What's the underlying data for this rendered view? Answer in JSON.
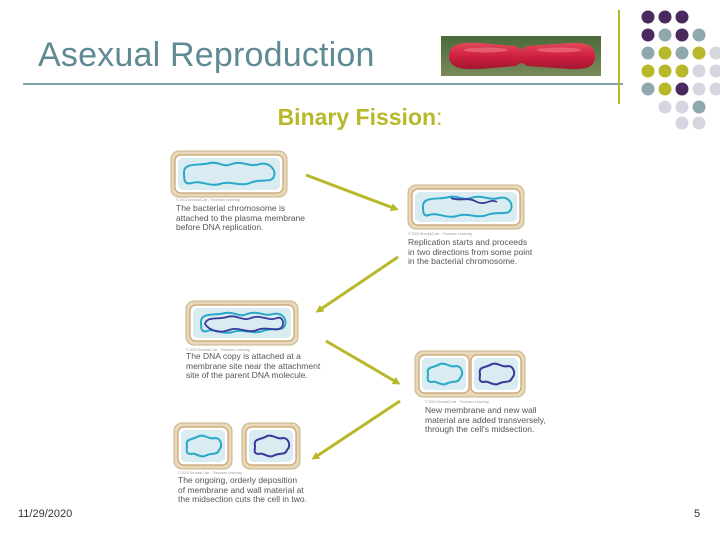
{
  "title": "Asexual Reproduction",
  "subtitle": {
    "main": "Binary Fission",
    "suffix": ":"
  },
  "captions": {
    "step1": [
      "The bacterial chromosome is",
      "attached to the plasma membrane",
      "before DNA replication."
    ],
    "step2": [
      "Replication starts and proceeds",
      "in two directions from some point",
      "in the bacterial chromosome."
    ],
    "step3": [
      "The DNA copy is attached at a",
      "membrane site near the attachment",
      "site of the parent DNA molecule."
    ],
    "step4": [
      "New membrane and new wall",
      "material are added transversely,",
      "through the cell's midsection."
    ],
    "step5": [
      "The ongoing, orderly deposition",
      "of membrane and wall material at",
      "the midsection cuts the cell in two."
    ]
  },
  "credit": "© 2001 Brooks/Cole - Thomson Learning",
  "footer": {
    "date": "11/29/2020",
    "page": "5"
  },
  "colors": {
    "accent_teal": "#5f8a94",
    "accent_olive": "#b7b82a",
    "accent_purple": "#4a2a5e",
    "accent_gray": "#8fa8ab",
    "accent_light": "#d6d6e0",
    "arrow": "#b7b82a"
  }
}
